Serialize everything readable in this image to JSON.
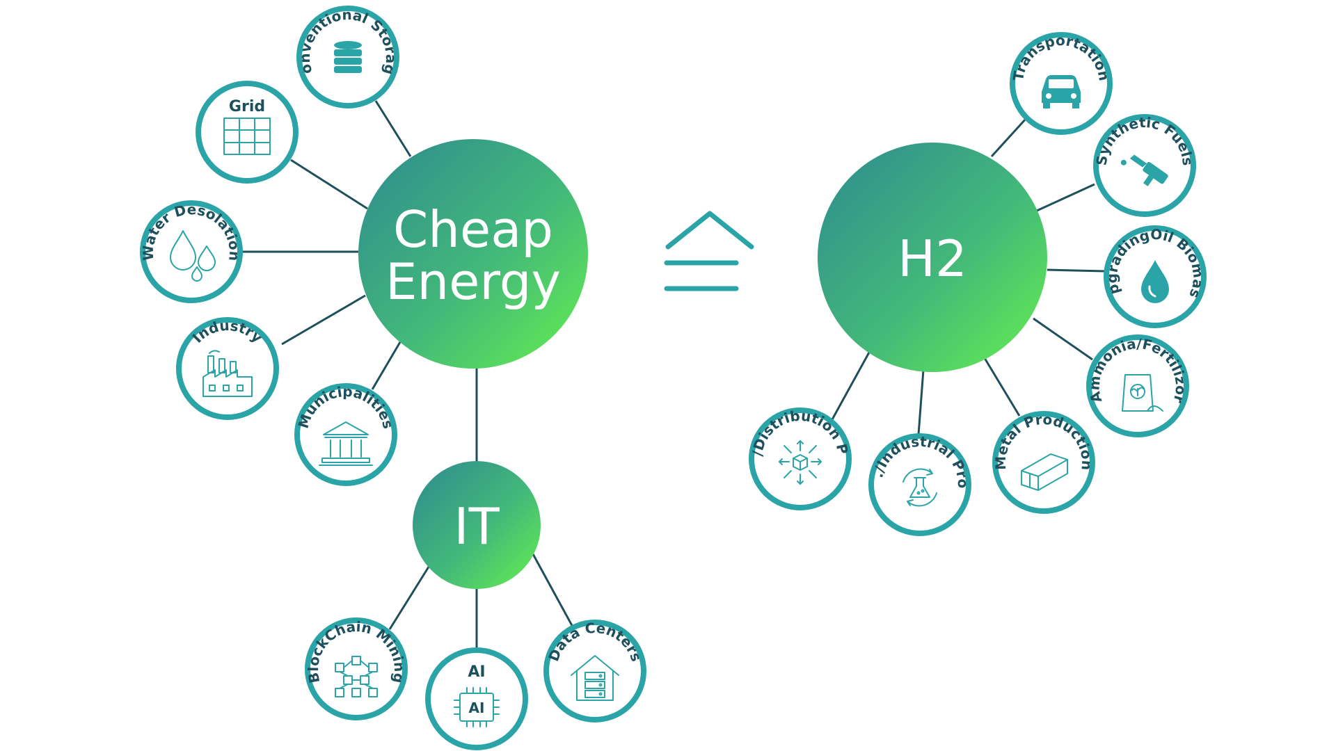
{
  "hubs": {
    "cheap_energy": {
      "line1": "Cheap",
      "line2": "Energy"
    },
    "it": {
      "label": "IT"
    },
    "h2": {
      "label": "H2"
    }
  },
  "equivalence_symbol": "≙",
  "satellites": {
    "conventional_storage": {
      "label": "Conventional Storage",
      "icon": "database-icon"
    },
    "grid": {
      "label": "Grid",
      "icon": "grid-icon"
    },
    "water_desolation": {
      "label": "Water Desolation",
      "icon": "water-drops-icon"
    },
    "industry": {
      "label": "Industry",
      "icon": "factory-icon"
    },
    "municipalities": {
      "label": "Municipalities",
      "icon": "government-building-icon"
    },
    "blockchain_mining": {
      "label": "BlockChain Mining",
      "icon": "blockchain-cubes-icon"
    },
    "ai": {
      "label": "AI",
      "chip_text": "AI",
      "icon": "ai-chip-icon"
    },
    "data_centers": {
      "label": "Data Centers",
      "icon": "server-house-icon"
    },
    "transportation": {
      "label": "Transportation",
      "icon": "car-icon"
    },
    "synthetic_fuels": {
      "label": "Synthetic Fuels",
      "icon": "fuel-nozzle-icon"
    },
    "upgrading_oil_biomass": {
      "label": "UpgradingOil Biomass",
      "icon": "oil-drop-icon"
    },
    "ammonia_fertilizor": {
      "label": "Ammonia/Fertilizor",
      "icon": "fertilizer-bag-icon"
    },
    "metal_production": {
      "label": "Metal Production",
      "icon": "steel-beam-icon"
    },
    "chem_industrial_process": {
      "label": "Chem./Industrial Process",
      "icon": "flask-cycle-icon"
    },
    "heat_distribution_power": {
      "label": "Heat/Distribution Power",
      "icon": "distribution-cube-icon"
    }
  },
  "colors": {
    "hub_gradient_start": "#2f8f8f",
    "hub_gradient_end": "#5ee85a",
    "ring": "#2aa4a7",
    "connector": "#1e4f5c",
    "label": "#1e4f5c"
  }
}
